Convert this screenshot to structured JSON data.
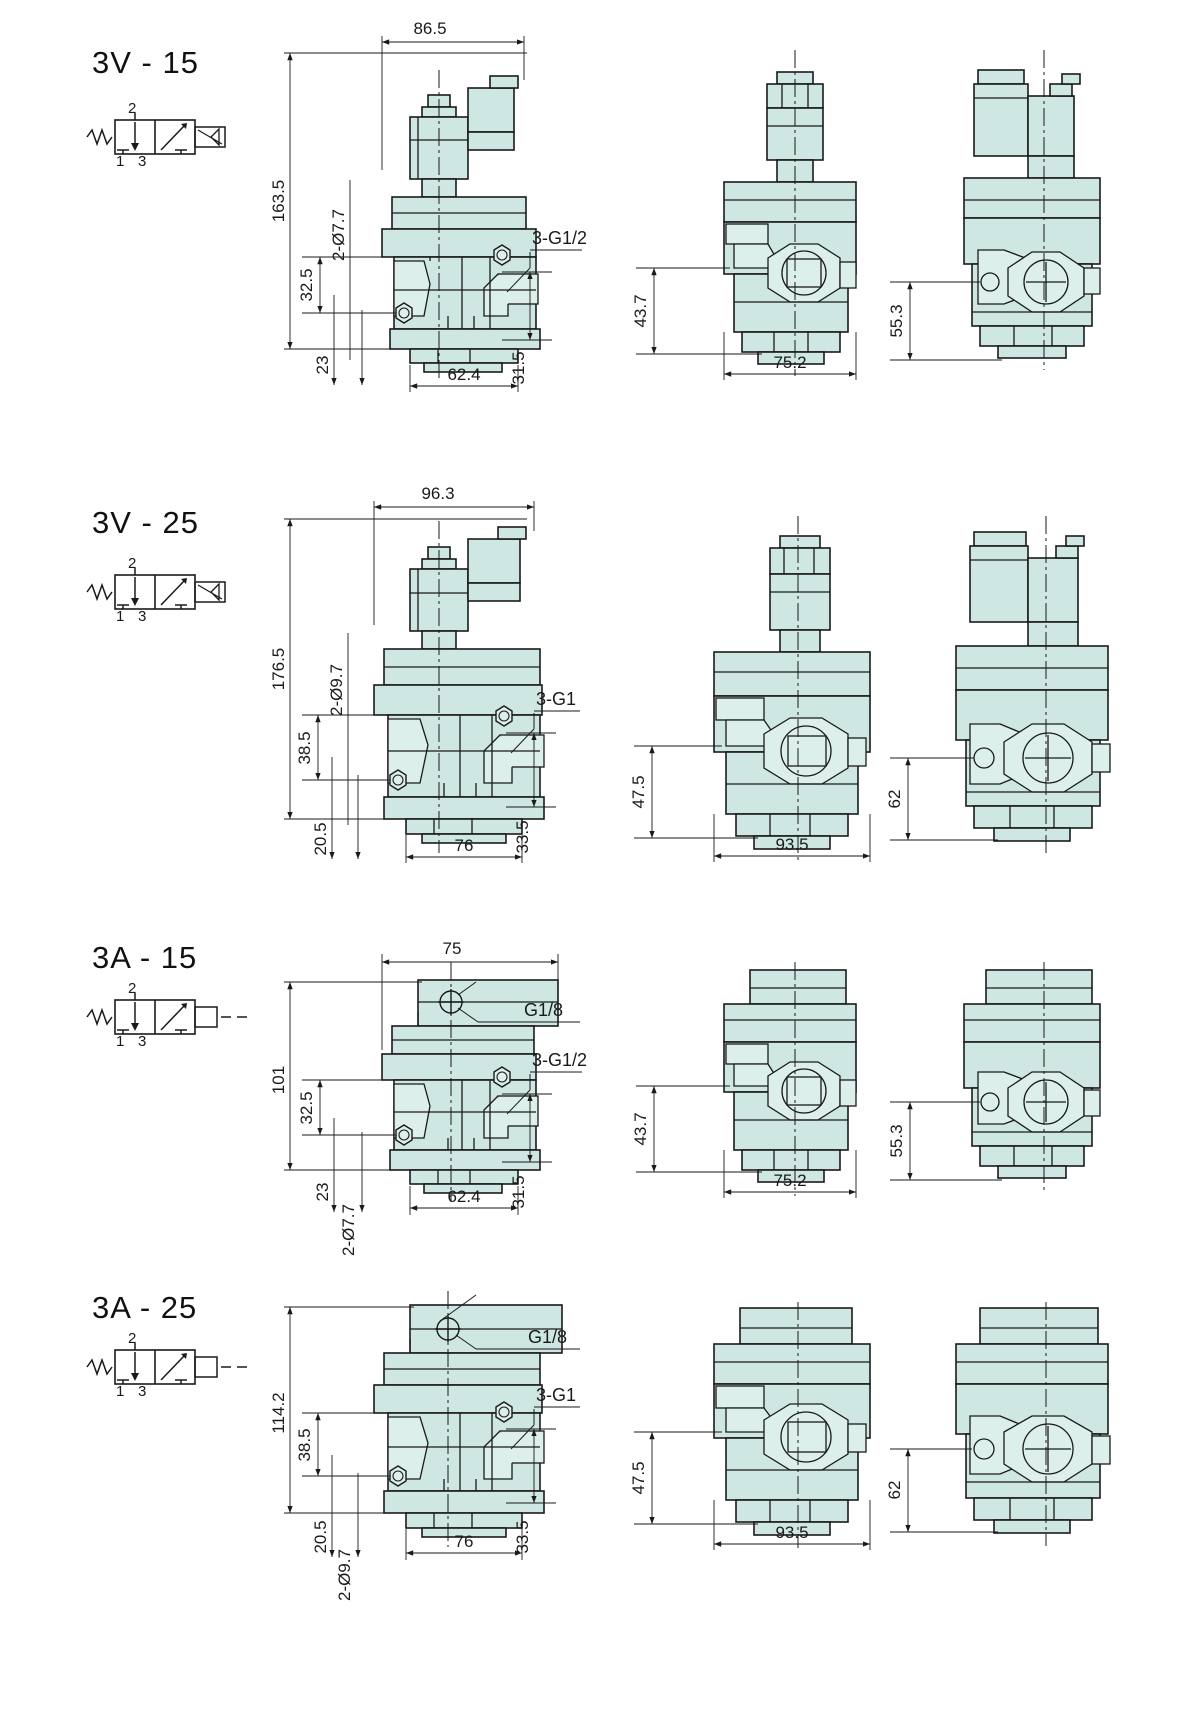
{
  "sheet": {
    "title_hidden": "",
    "body_fill": "#cfe7e2",
    "body_fill_light": "#dcefeb",
    "line_color": "#1a1a1a",
    "bg": "#ffffff"
  },
  "sections": [
    {
      "id": "3v-15",
      "model": "3V - 15",
      "symbol": {
        "type": "3-port-2-position-solenoid-spring",
        "ports": [
          "1",
          "3",
          "2"
        ],
        "actuator_left": "spring-coil",
        "actuator_right": "solenoid",
        "dashed_tail": false
      },
      "front_view": {
        "dims": {
          "top_width": "86.5",
          "overall_height": "163.5",
          "hole_callout": "2-Ø7.7",
          "mid_height": "32.5",
          "base_offset": "23",
          "base_width": "62.4",
          "side_offset": "31.5",
          "port_callout": "3-G1/2"
        }
      },
      "side_view": {
        "dims": {
          "height": "43.7",
          "width": "75.2"
        }
      },
      "iso_view": {
        "dims": {
          "height": "55.3"
        }
      }
    },
    {
      "id": "3v-25",
      "model": "3V - 25",
      "symbol": {
        "type": "3-port-2-position-solenoid-spring",
        "ports": [
          "1",
          "3",
          "2"
        ],
        "actuator_left": "spring-coil",
        "actuator_right": "solenoid",
        "dashed_tail": false
      },
      "front_view": {
        "dims": {
          "top_width": "96.3",
          "overall_height": "176.5",
          "hole_callout": "2-Ø9.7",
          "mid_height": "38.5",
          "base_offset": "20.5",
          "base_width": "76",
          "side_offset": "33.5",
          "port_callout": "3-G1"
        }
      },
      "side_view": {
        "dims": {
          "height": "47.5",
          "width": "93.5"
        }
      },
      "iso_view": {
        "dims": {
          "height": "62"
        }
      }
    },
    {
      "id": "3a-15",
      "model": "3A - 15",
      "symbol": {
        "type": "3-port-2-position-air-pilot-spring",
        "ports": [
          "1",
          "3",
          "2"
        ],
        "actuator_left": "spring-coil",
        "actuator_right": "air-pilot",
        "dashed_tail": true
      },
      "front_view": {
        "dims": {
          "top_width": "75",
          "overall_height": "101",
          "hole_callout": "2-Ø7.7",
          "mid_height": "32.5",
          "base_offset": "23",
          "base_width": "62.4",
          "side_offset": "31.5",
          "pilot_callout": "G1/8",
          "port_callout": "3-G1/2"
        }
      },
      "side_view": {
        "dims": {
          "height": "43.7",
          "width": "75.2"
        }
      },
      "iso_view": {
        "dims": {
          "height": "55.3"
        }
      }
    },
    {
      "id": "3a-25",
      "model": "3A - 25",
      "symbol": {
        "type": "3-port-2-position-air-pilot-spring",
        "ports": [
          "1",
          "3",
          "2"
        ],
        "actuator_left": "spring-coil",
        "actuator_right": "air-pilot",
        "dashed_tail": true
      },
      "front_view": {
        "dims": {
          "top_width": "",
          "overall_height": "114.2",
          "hole_callout": "2-Ø9.7",
          "mid_height": "38.5",
          "base_offset": "20.5",
          "base_width": "76",
          "side_offset": "33.5",
          "pilot_callout": "G1/8",
          "port_callout": "3-G1"
        }
      },
      "side_view": {
        "dims": {
          "height": "47.5",
          "width": "93.5"
        }
      },
      "iso_view": {
        "dims": {
          "height": "62"
        }
      }
    }
  ]
}
